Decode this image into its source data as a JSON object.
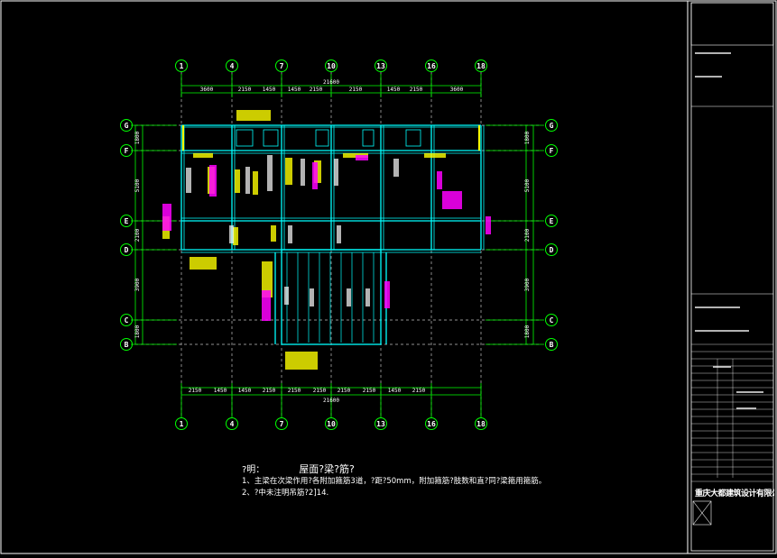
{
  "drawing": {
    "grid_columns": [
      "1",
      "4",
      "7",
      "10",
      "13",
      "16",
      "18"
    ],
    "grid_rows": [
      "G",
      "F",
      "E",
      "D",
      "C",
      "B"
    ],
    "top_total": "21600",
    "bottom_total": "21600",
    "top_dims": [
      "3600",
      "2150",
      "1450",
      "1450",
      "2150",
      "2150",
      "1450",
      "2150",
      "3600"
    ],
    "bottom_dims": [
      "2150",
      "1450",
      "1450",
      "2150",
      "2150",
      "2150",
      "2150",
      "2150",
      "1450",
      "2150"
    ],
    "left_dims": [
      "1800",
      "5100",
      "2100",
      "3900",
      "1800"
    ],
    "right_dims": [
      "1800",
      "5100",
      "2100",
      "3900",
      "1800"
    ],
    "colors": {
      "grid_bubble": "#00ff00",
      "beam": "#00ffff",
      "label_yellow": "#ffff00",
      "label_magenta": "#ff00ff",
      "dashed": "#c0c0c0",
      "text": "#ffffff"
    }
  },
  "notes": {
    "label": "?明：",
    "title": "屋面?梁?筋?",
    "line1": "1、主梁在次梁作用?各附加箍筋3道，?距?50mm，附加箍筋?肢数和直?同?梁箍用箍筋。",
    "line2": "2、?中未注明吊筋?2]14."
  },
  "title_block": {
    "company": "重庆大都建筑设计有限公司"
  }
}
